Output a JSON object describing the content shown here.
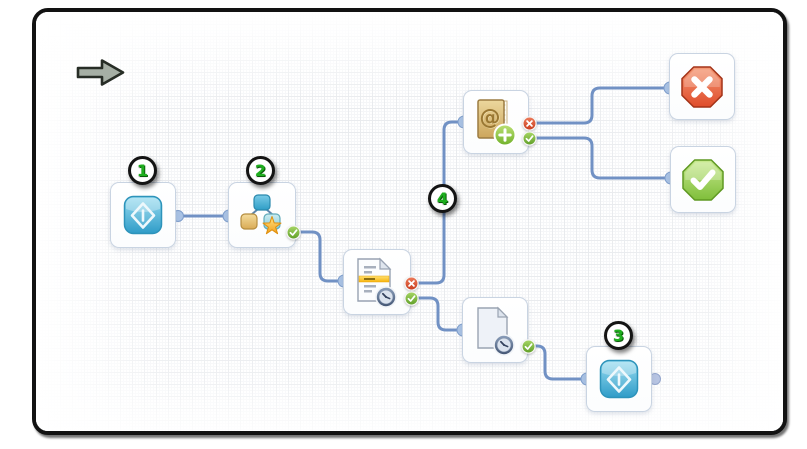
{
  "app": {
    "view": "workflow-diagram-canvas",
    "visible_text_note": "only numeric step callouts are rendered on screen"
  },
  "diagram": {
    "step_badges": [
      {
        "id": "b1",
        "label": "1",
        "marks": "start-event-node"
      },
      {
        "id": "b2",
        "label": "2",
        "marks": "grouped-task-node"
      },
      {
        "id": "b3",
        "label": "3",
        "marks": "end-event-node"
      },
      {
        "id": "b4",
        "label": "4",
        "marks": "failure-branch-connector"
      }
    ],
    "nodes": [
      {
        "id": "start",
        "icon": "start-event-icon",
        "ports": [
          "output"
        ]
      },
      {
        "id": "task",
        "icon": "grouped-objects-star-icon",
        "ports": [
          "input",
          "success"
        ]
      },
      {
        "id": "docreview",
        "icon": "document-clock-icon",
        "ports": [
          "input",
          "failure",
          "success"
        ]
      },
      {
        "id": "email",
        "icon": "address-book-add-icon",
        "ports": [
          "input",
          "failure",
          "success"
        ]
      },
      {
        "id": "stop",
        "icon": "stop-x-octagon-icon",
        "ports": [
          "input"
        ]
      },
      {
        "id": "ok",
        "icon": "check-octagon-icon",
        "ports": [
          "input"
        ]
      },
      {
        "id": "docwait",
        "icon": "blank-document-clock-icon",
        "ports": [
          "input",
          "success"
        ]
      },
      {
        "id": "end",
        "icon": "end-event-icon",
        "ports": [
          "input",
          "output"
        ]
      }
    ],
    "connections": [
      {
        "from": "start",
        "to": "task",
        "type": "normal"
      },
      {
        "from": "task",
        "to": "docreview",
        "type": "success"
      },
      {
        "from": "docreview",
        "to": "email",
        "type": "failure",
        "callout": "4"
      },
      {
        "from": "email",
        "to": "stop",
        "type": "failure"
      },
      {
        "from": "email",
        "to": "ok",
        "type": "success"
      },
      {
        "from": "docreview",
        "to": "docwait",
        "type": "success"
      },
      {
        "from": "docwait",
        "to": "end",
        "type": "success"
      }
    ],
    "colors": {
      "connector_blue": "#7191c4",
      "port_blue": "#a9c2e4",
      "success_green": "#7fbe3a",
      "failure_red": "#df4c2b",
      "node_border": "#c9d4e2",
      "event_blue": "#2f9cc8",
      "stop_octagon_red": "#e04f2e",
      "ok_octagon_green": "#86c440",
      "address_book_tan": "#cda65c",
      "star_gold": "#f3a01a",
      "badge_number_green": "#1fae1f",
      "frame_black": "#121212",
      "arrow_gray": "#a6afa5"
    }
  }
}
